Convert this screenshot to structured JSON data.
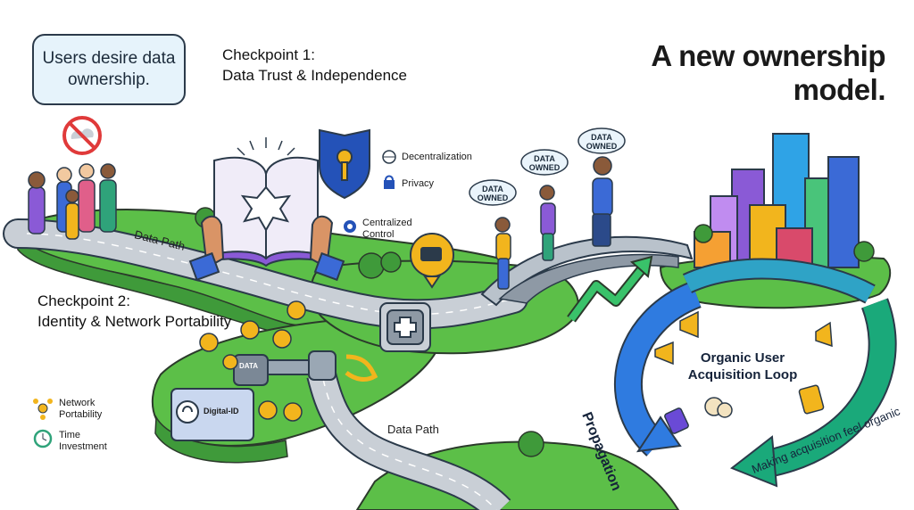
{
  "title": "A new ownership model.",
  "speech_bubble": "Users desire data ownership.",
  "checkpoint_1": {
    "heading": "Checkpoint 1:",
    "subheading": "Data Trust & Independence"
  },
  "checkpoint_2": {
    "heading": "Checkpoint 2:",
    "subheading": "Identity & Network Portability"
  },
  "trust_labels": {
    "decentralization": "Decentralization",
    "privacy": "Privacy",
    "centralized_control": "Centralized Control"
  },
  "path_labels": {
    "upper": "Data Path",
    "lower": "Data Path"
  },
  "badges": {
    "data_owned": "DATA OWNED"
  },
  "identity_items": {
    "digital_id": "Digital-ID",
    "data_key": "DATA"
  },
  "legend": {
    "network_portability": "Network Portability",
    "time_investment": "Time Investment"
  },
  "loop": {
    "title": "Organic User Acquisition Loop",
    "propagation": "Propagation",
    "caption": "Making acquisition feel organic"
  },
  "colors": {
    "grass": "#5cbf48",
    "path": "#c9cfd6",
    "loop_blue": "#2f7be0",
    "loop_green": "#1aa97a",
    "accent_yellow": "#f2b51d",
    "shield_blue": "#2452b8"
  },
  "icons": [
    "no-cloud-icon",
    "book-icon",
    "shield-key-icon",
    "globe-icon",
    "lock-icon",
    "gear-icon",
    "engine-warning-icon",
    "medical-cross-icon",
    "key-icon",
    "fingerprint-icon",
    "user-node-icon",
    "megaphone-icon",
    "clock-icon",
    "network-icon",
    "trend-arrow-icon"
  ]
}
